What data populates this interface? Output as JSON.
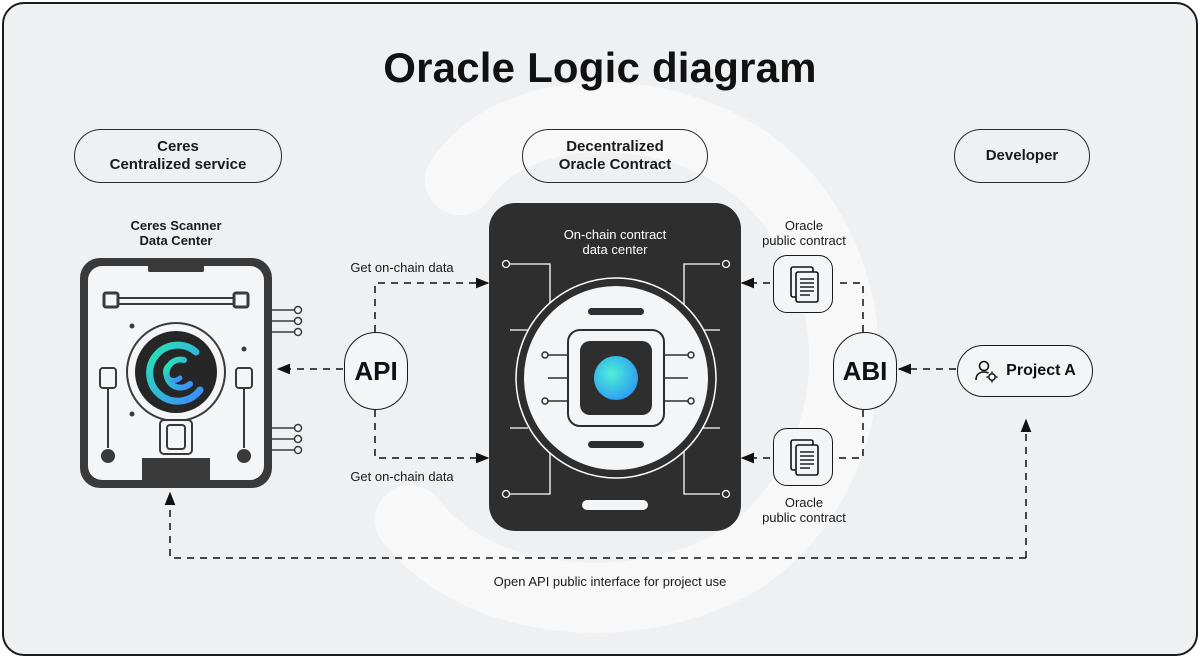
{
  "title": "Oracle Logic diagram",
  "headers": {
    "left": "Ceres\nCentralized service",
    "center": "Decentralized\nOracle Contract",
    "right": "Developer"
  },
  "scanner_label": "Ceres Scanner\nData Center",
  "onchain_label": "On-chain contract\ndata center",
  "flow_labels": {
    "top": "Get on-chain data",
    "bottom": "Get on-chain data"
  },
  "api_label": "API",
  "abi_label": "ABI",
  "oracle_contract_top": "Oracle\npublic contract",
  "oracle_contract_bottom": "Oracle\npublic contract",
  "project_label": "Project A",
  "open_api_label": "Open API public interface for project use",
  "colors": {
    "background": "#eff0f2",
    "dark": "#2e2e2e",
    "gradient_start": "#27e6b0",
    "gradient_end": "#3b8cff"
  },
  "icons": [
    "ceres-logo-icon",
    "chip-core-icon",
    "document-icon",
    "user-gear-icon",
    "arrow-icon"
  ]
}
